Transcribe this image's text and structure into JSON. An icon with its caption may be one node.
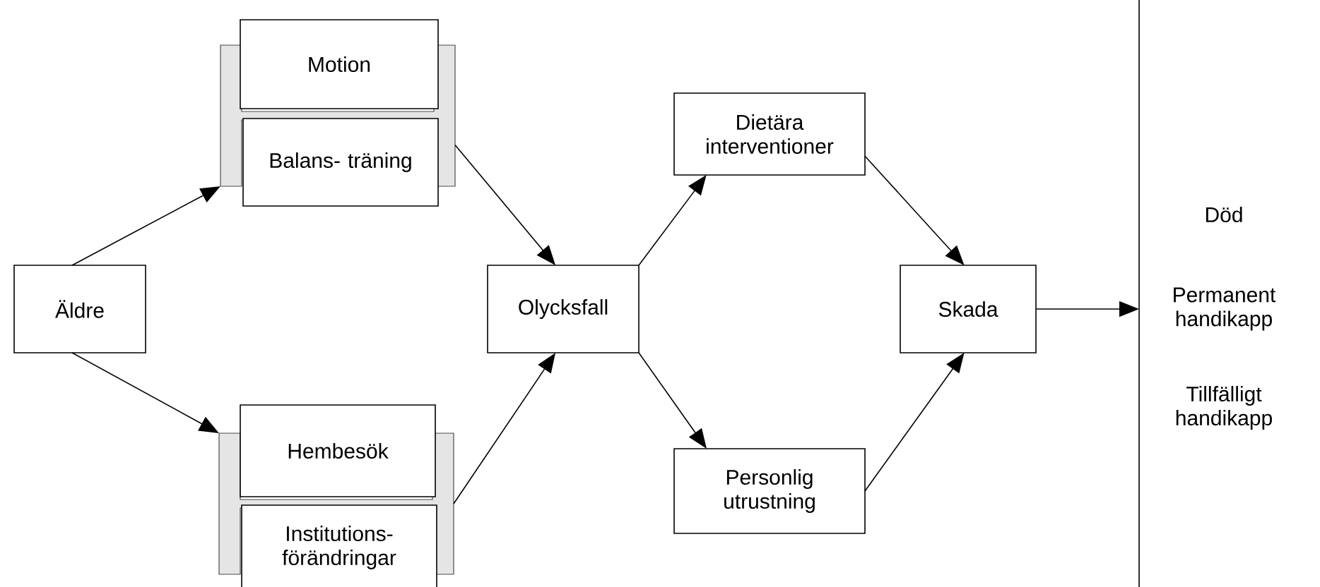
{
  "diagram": {
    "nodes": [
      {
        "text": [
          "Äldre"
        ]
      },
      {
        "text": [],
        "shape": "bar"
      },
      {
        "text": [
          "Motion"
        ]
      },
      {
        "text": [
          "Balans- träning"
        ]
      },
      {
        "text": [],
        "shape": "bar"
      },
      {
        "text": [
          "Hembesök"
        ]
      },
      {
        "text": [
          "Institutions- förändringar"
        ]
      },
      {
        "text": [
          "Olycksfall"
        ]
      },
      {
        "text": [
          "Dietära interventioner"
        ]
      },
      {
        "text": [
          "Personlig utrustning"
        ]
      },
      {
        "text": [
          "Skada"
        ]
      },
      {
        "text": [
          "Död",
          "Permanent handikapp",
          "Tillfälligt handikapp"
        ]
      }
    ],
    "edges": [
      {
        "from": 0,
        "to": 1,
        "arrow": "to"
      },
      {
        "from": 0,
        "to": 4,
        "arrow": "to"
      },
      {
        "from": 1,
        "to": 7,
        "arrow": "to"
      },
      {
        "from": 4,
        "to": 7,
        "arrow": "to"
      },
      {
        "from": 7,
        "to": 8,
        "arrow": "to"
      },
      {
        "from": 7,
        "to": 9,
        "arrow": "to"
      },
      {
        "from": 8,
        "to": 10,
        "arrow": "to"
      },
      {
        "from": 9,
        "to": 10,
        "arrow": "to"
      },
      {
        "from": 10,
        "to": 11,
        "arrow": "to"
      }
    ]
  }
}
